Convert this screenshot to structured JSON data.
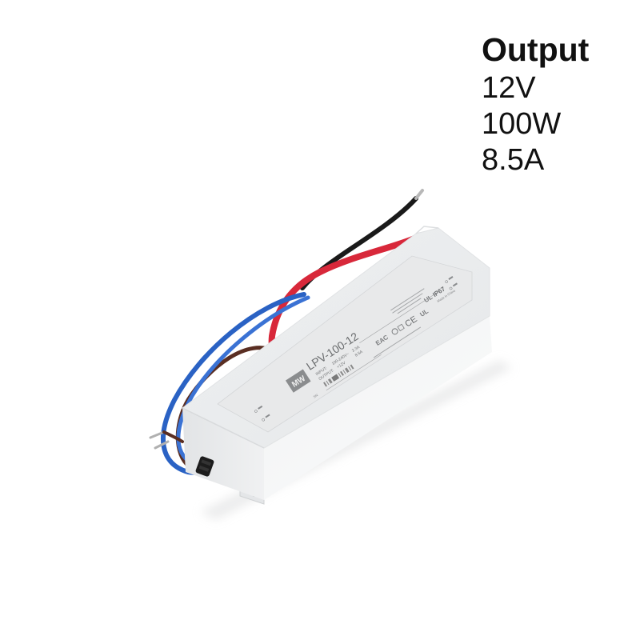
{
  "specs": {
    "title": "Output",
    "voltage": "12V",
    "power": "100W",
    "current": "8.5A"
  },
  "product": {
    "model": "LPV-100-12",
    "brand_logo": "MW",
    "input_label": "INPUT:",
    "input_value": "100-240V~",
    "input_current": "2.3A",
    "output_label": "OUTPUT:",
    "output_value": "+12V",
    "output_current": "8.5A",
    "rating": "IP67",
    "origin": "Made in China",
    "sn_label": "SN:",
    "cert_marks": [
      "CE",
      "UL",
      "EAC"
    ],
    "wire_colors": {
      "black": "#1a1a1a",
      "red": "#d8283a",
      "blue": "#2a62c4",
      "brown": "#5a2e22"
    },
    "housing_color": "#ecedee"
  }
}
